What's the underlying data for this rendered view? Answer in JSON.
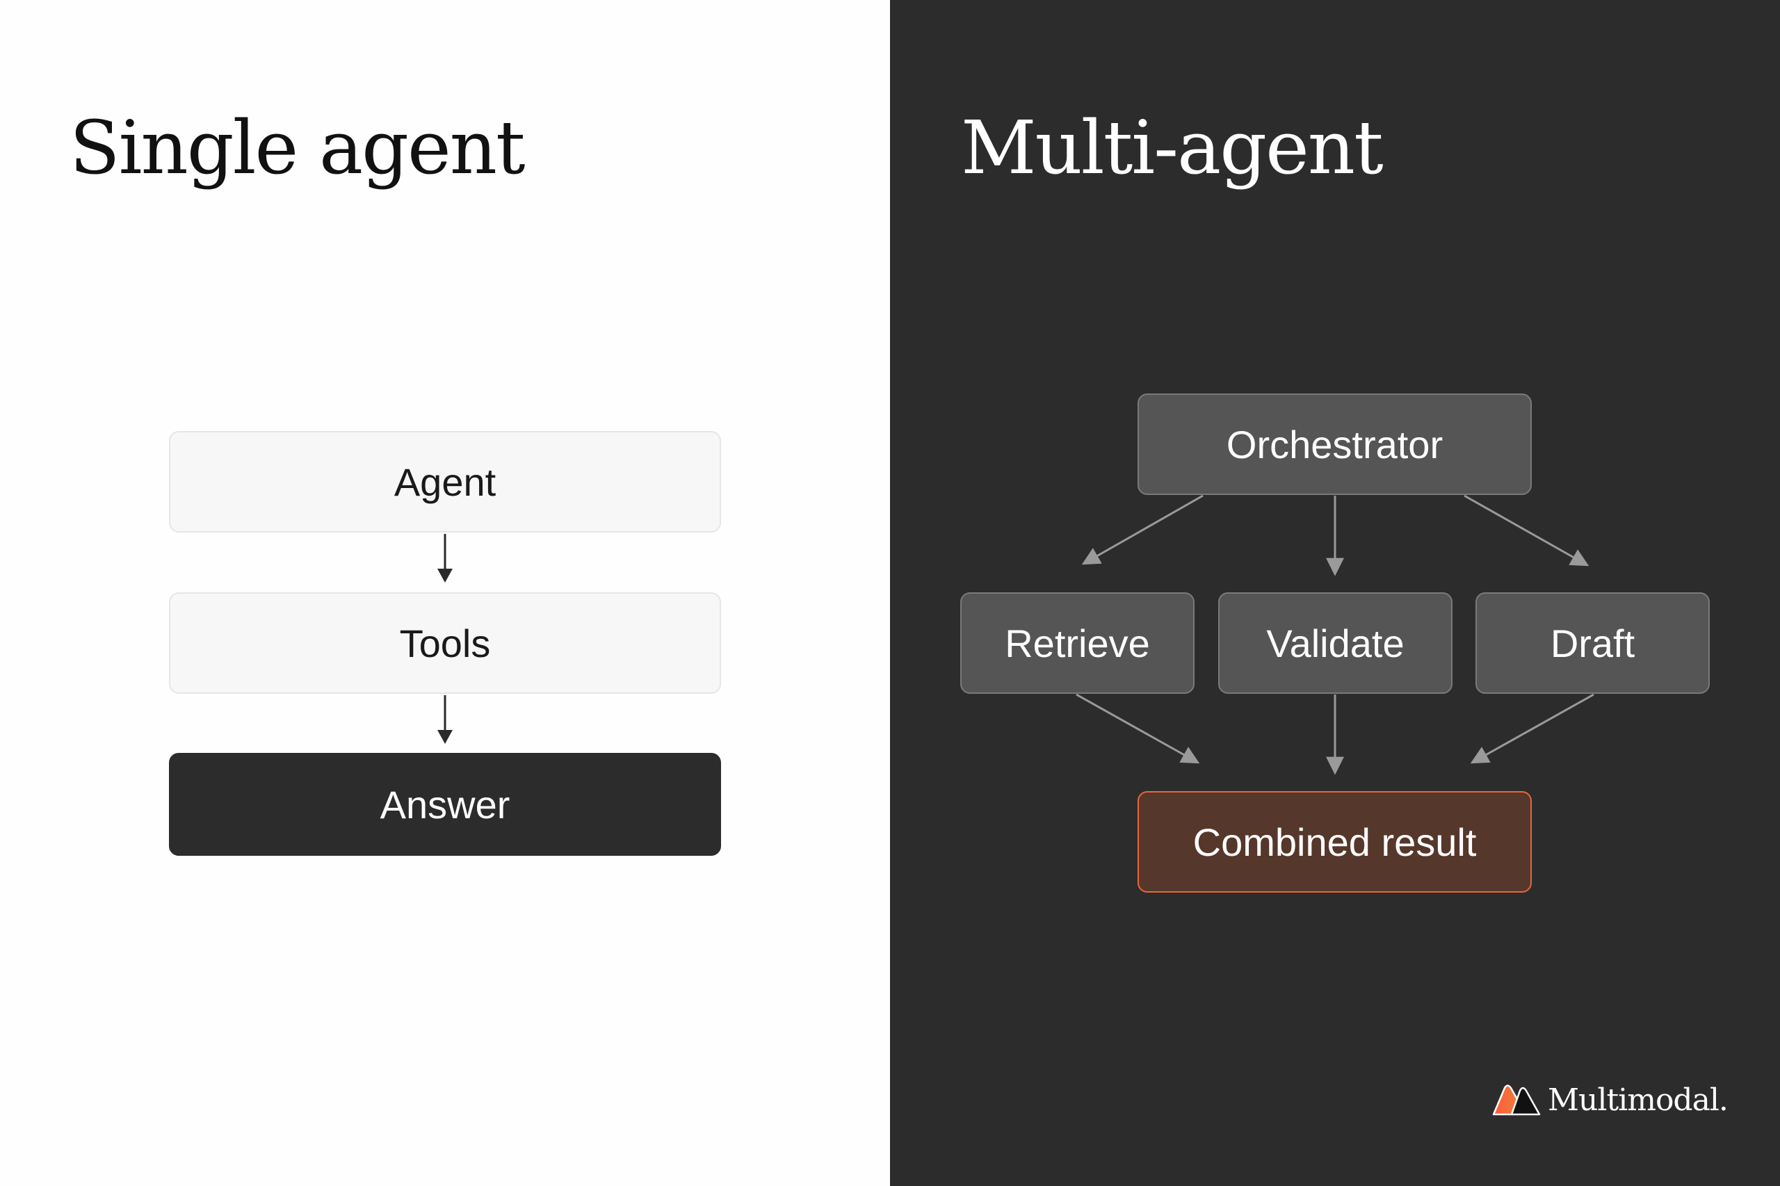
{
  "single": {
    "title": "Single agent",
    "nodes": {
      "agent": "Agent",
      "tools": "Tools",
      "answer": "Answer"
    }
  },
  "multi": {
    "title": "Multi-agent",
    "nodes": {
      "orchestrator": "Orchestrator",
      "retrieve": "Retrieve",
      "validate": "Validate",
      "draft": "Draft",
      "combined": "Combined result"
    }
  },
  "brand": {
    "name": "Multimodal.",
    "icon": "multimodal-logo-icon"
  },
  "colors": {
    "left_bg": "#fefefe",
    "right_bg": "#2c2c2c",
    "accent": "#e8663a",
    "accent_fill": "#56372c",
    "node_grey": "#555555"
  }
}
